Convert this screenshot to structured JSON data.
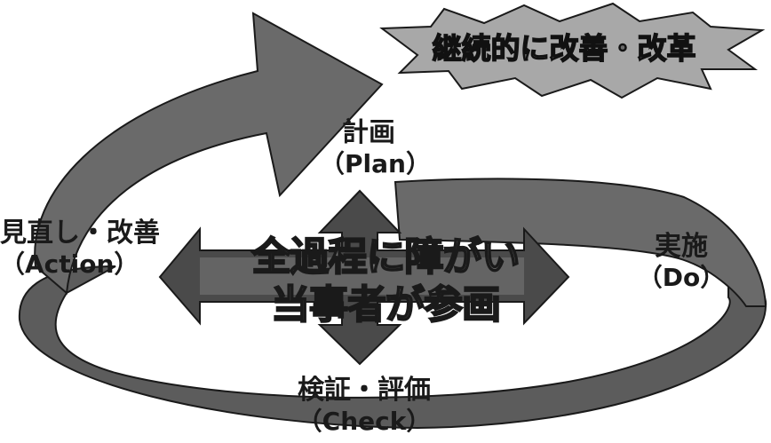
{
  "burst": {
    "text": "継続的に改善・改革"
  },
  "stages": {
    "plan": {
      "jp": "計画",
      "en": "（Plan）"
    },
    "do": {
      "jp": "実施",
      "en": "（Do）"
    },
    "check": {
      "jp": "検証・評価",
      "en": "（Check）"
    },
    "action": {
      "jp": "見直し・改善",
      "en": "（Action）"
    }
  },
  "center": {
    "line1": "全過程に障がい",
    "line2": "当事者が参画"
  },
  "colors": {
    "ring": "#5a5a5a",
    "ring_outline": "#1a1a1a",
    "cross": "#4a4a4a",
    "burst_fill": "#a8a8a8"
  }
}
